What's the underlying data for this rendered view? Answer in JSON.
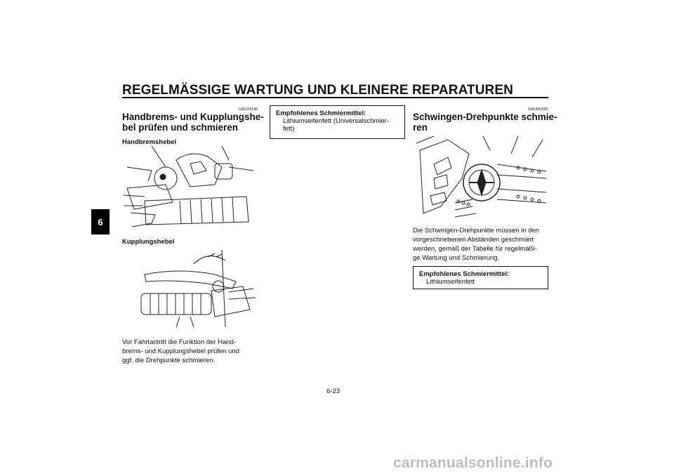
{
  "header": {
    "title": "REGELMÄSSIGE WARTUNG UND KLEINERE REPARATUREN"
  },
  "chapter_tab": "6",
  "left_column": {
    "code": "GAU23140",
    "title_line1": "Handbrems- und Kupplungshe-",
    "title_line2": "bel prüfen und schmieren",
    "sub1": "Handbremshebel",
    "sub2": "Kupplungshebel",
    "para_line1": "Vor Fahrtantritt die Funktion der Hand-",
    "para_line2": "brems- und Kupplungshebel prüfen und",
    "para_line3": "ggf. die Drehpunkte schmieren."
  },
  "middle_column": {
    "box_title": "Empfohlenes Schmiermittel:",
    "box_line1": "Lithiumseifenfett (Universalschmier-",
    "box_line2": "fett)"
  },
  "right_column": {
    "code": "GAUM1650",
    "title_line1": "Schwingen-Drehpunkte schmie-",
    "title_line2": "ren",
    "para_line1": "Die Schwingen-Drehpunkte müssen in den",
    "para_line2": "vorgeschriebenen Abständen geschmiert",
    "para_line3": "werden, gemäß der Tabelle für regelmäßi-",
    "para_line4": "ge Wartung und Schmierung.",
    "box_title": "Empfohlenes Schmiermittel:",
    "box_line1": "Lithiumseifenfett"
  },
  "footer": {
    "page_number": "6-23",
    "watermark": "carmanualsonline.info"
  }
}
